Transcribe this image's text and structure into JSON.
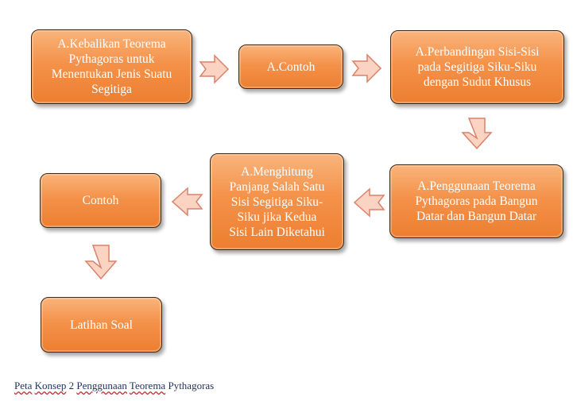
{
  "nodes": {
    "n1": "A.Kebalikan Teorema\nPythagoras untuk\nMenentukan Jenis Suatu\nSegitiga",
    "n2": "A.Contoh",
    "n3": "A.Perbandingan Sisi-Sisi\npada Segitiga Siku-Siku\ndengan Sudut Khusus",
    "n4": "A.Penggunaan Teorema\nPythagoras pada Bangun\nDatar dan Bangun Datar",
    "n5": "A.Menghitung\nPanjang Salah Satu\nSisi Segitiga Siku-\nSiku jika Kedua\nSisi Lain Diketahui",
    "n6": "Contoh",
    "n7": "Latihan Soal"
  },
  "caption": {
    "c1": "Peta",
    "c2": "Konsep",
    "c3": "2",
    "c4": "Penggunaan",
    "c5": "Teorema",
    "c6": "Pythagoras"
  },
  "colors": {
    "box_fill": "#f4924a",
    "arrow_fill": "#fbd3c3",
    "arrow_stroke": "#d9826a",
    "caption_text": "#1f2f5f"
  }
}
